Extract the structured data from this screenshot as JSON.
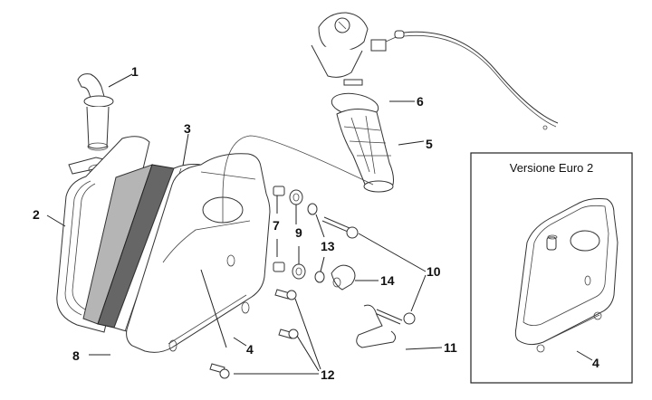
{
  "diagram": {
    "type": "exploded-parts-diagram",
    "subject": "air filter box assembly",
    "callouts": [
      {
        "id": "callout-1",
        "label": "1"
      },
      {
        "id": "callout-2",
        "label": "2"
      },
      {
        "id": "callout-3",
        "label": "3"
      },
      {
        "id": "callout-4",
        "label": "4"
      },
      {
        "id": "callout-5",
        "label": "5"
      },
      {
        "id": "callout-6",
        "label": "6"
      },
      {
        "id": "callout-7",
        "label": "7"
      },
      {
        "id": "callout-8",
        "label": "8"
      },
      {
        "id": "callout-9",
        "label": "9"
      },
      {
        "id": "callout-10",
        "label": "10"
      },
      {
        "id": "callout-11",
        "label": "11"
      },
      {
        "id": "callout-12",
        "label": "12"
      },
      {
        "id": "callout-13",
        "label": "13"
      },
      {
        "id": "callout-14",
        "label": "14"
      }
    ],
    "inset": {
      "title": "Versione Euro 2",
      "callout_label": "4"
    },
    "colors": {
      "line": "#222222",
      "gasket_light": "#b5b5b5",
      "gasket_dark": "#666666",
      "background": "#ffffff"
    }
  }
}
